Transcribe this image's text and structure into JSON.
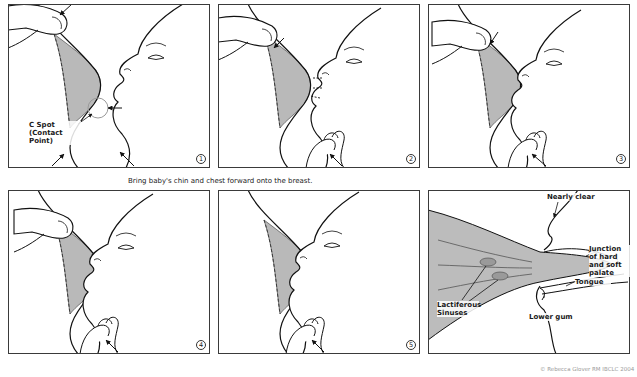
{
  "diagram": {
    "nodes": [
      {
        "text": [
          "C Spot (Contact Point)",
          "1"
        ]
      },
      {
        "text": [
          "2"
        ]
      },
      {
        "text": [
          "3"
        ]
      },
      {
        "text": [
          "4"
        ]
      },
      {
        "text": [
          "5"
        ]
      },
      {
        "text": [
          "Nearly clear",
          "Junction of hard and soft palate",
          "Lactiferous Sinuses",
          "Tongue",
          "Lower gum"
        ]
      }
    ],
    "labels": [
      "Bring baby's chin and chest forward onto the breast.",
      "© Rebecca Glover RM IBCLC 2004"
    ]
  }
}
